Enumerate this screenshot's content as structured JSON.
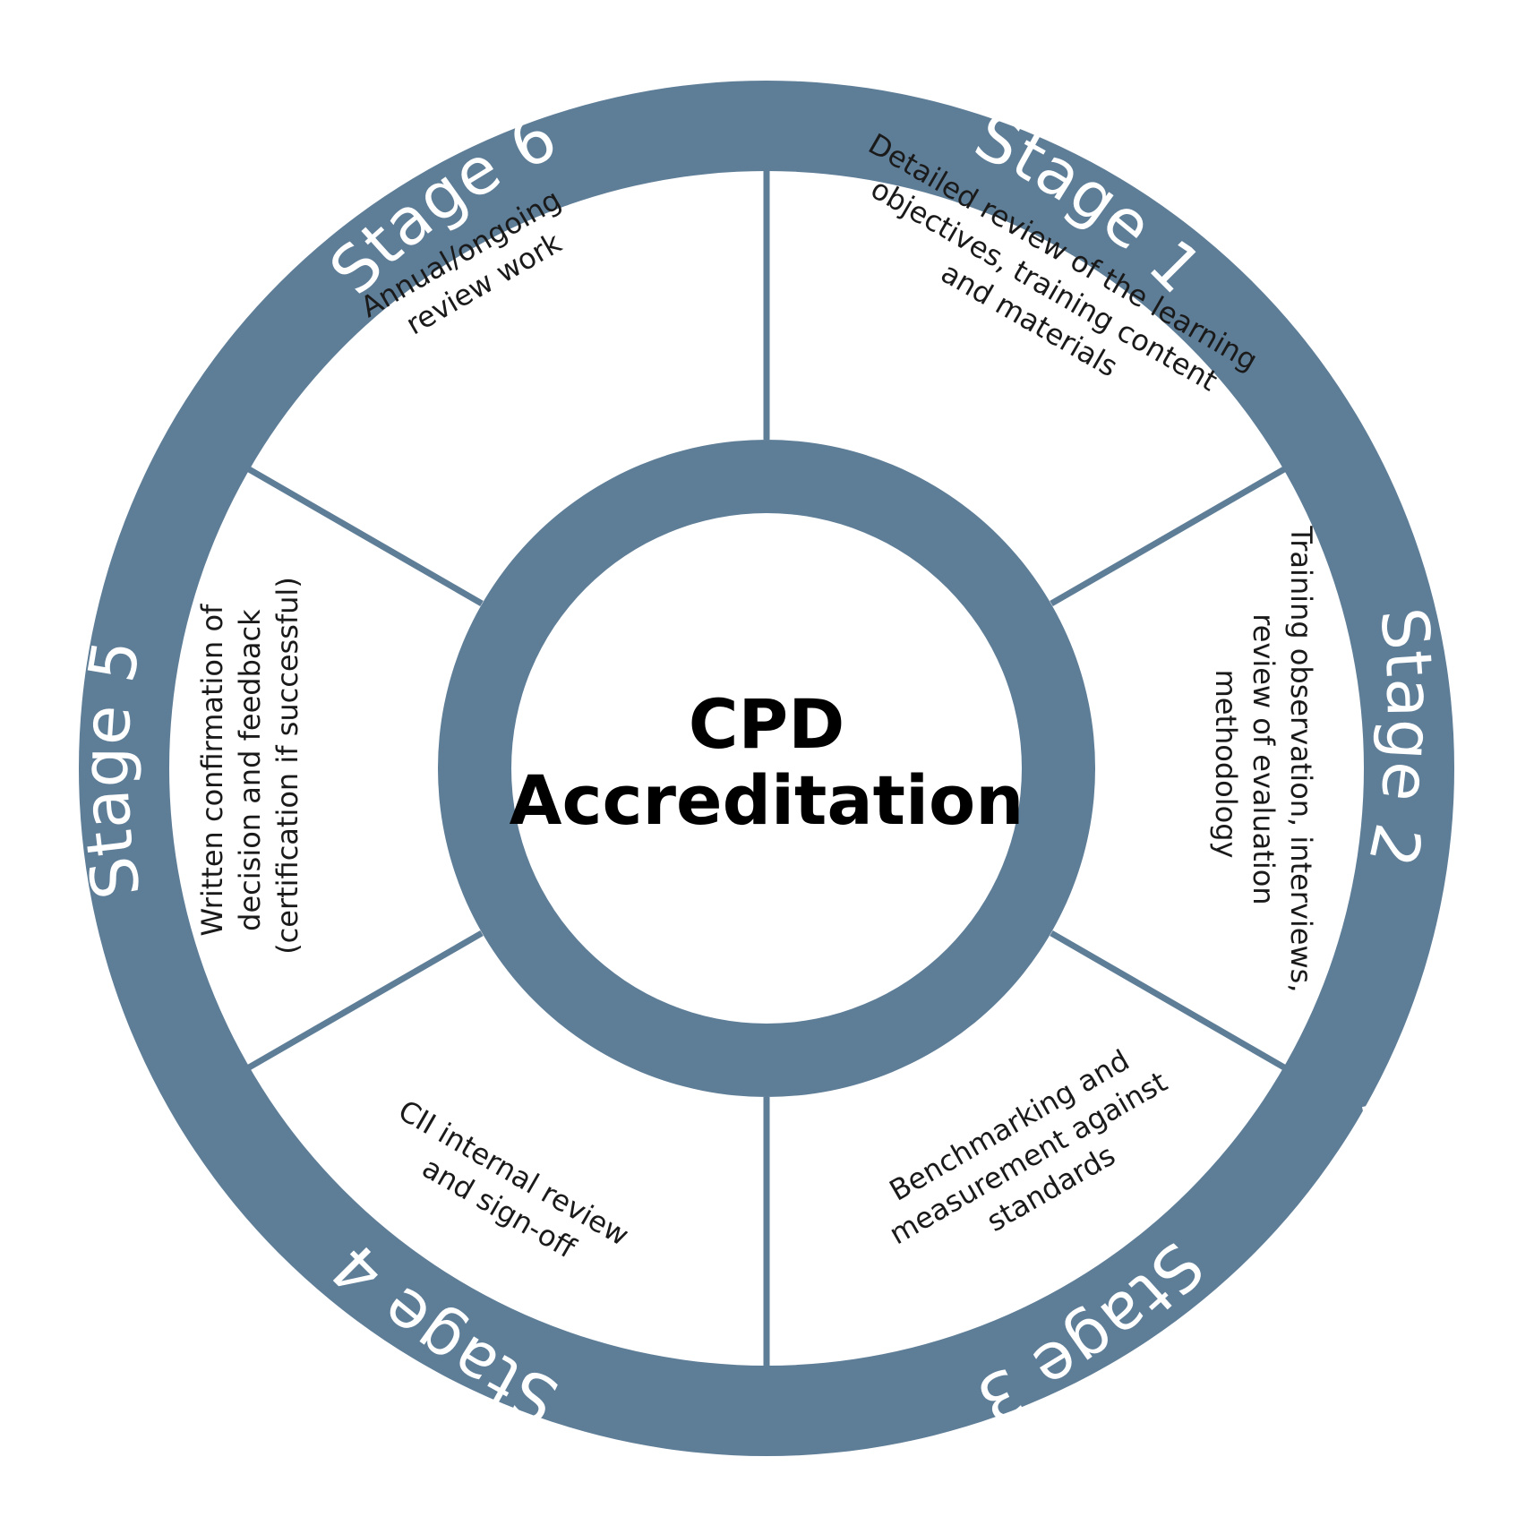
{
  "center": {
    "line1": "CPD",
    "line2": "Accreditation"
  },
  "colors": {
    "ring": "#5e7d97",
    "background": "#ffffff",
    "text": "#1a1a1a"
  },
  "stages": [
    {
      "label": "Stage 1",
      "lines": [
        "Detailed review of the learning",
        "objectives, training content",
        "and materials"
      ]
    },
    {
      "label": "Stage 2",
      "lines": [
        "Training observation, interviews,",
        "review of evaluation",
        "methodology"
      ]
    },
    {
      "label": "Stage 3",
      "lines": [
        "Benchmarking and",
        "measurement against",
        "standards"
      ]
    },
    {
      "label": "Stage 4",
      "lines": [
        "CII internal review",
        "and sign-off"
      ]
    },
    {
      "label": "Stage 5",
      "lines": [
        "Written confirmation of",
        "decision and feedback",
        "(certification if successful)"
      ]
    },
    {
      "label": "Stage 6",
      "lines": [
        "Annual/ongoing",
        "review work"
      ]
    }
  ]
}
